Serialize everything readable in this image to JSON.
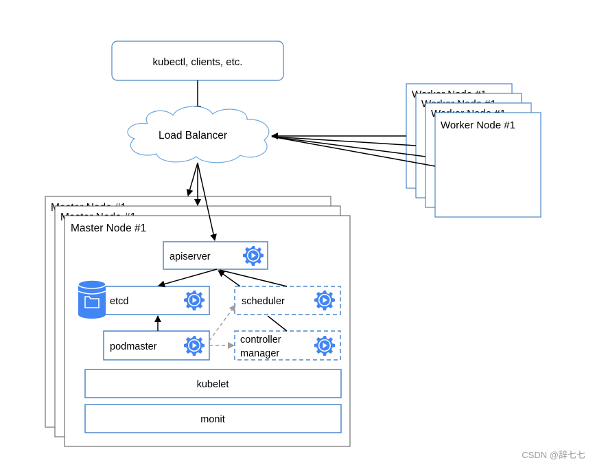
{
  "diagram": {
    "clients_label": "kubectl, clients, etc.",
    "load_balancer_label": "Load Balancer",
    "worker_node_label": "Worker Node #1",
    "master_node_label": "Master Node #1",
    "components": {
      "apiserver": "apiserver",
      "etcd": "etcd",
      "scheduler": "scheduler",
      "podmaster": "podmaster",
      "controller_manager_line1": "controller",
      "controller_manager_line2": "manager",
      "kubelet": "kubelet",
      "monit": "monit"
    },
    "icons": {
      "component": "gear-play-icon",
      "storage": "database-folder-icon"
    },
    "colors": {
      "component_border": "#4a86c8",
      "client_border": "#4a86c8",
      "cloud_border": "#6fa8dc",
      "icon_blue": "#4285f4",
      "dashed_arrow": "#9e9e9e"
    }
  },
  "watermark": "CSDN @辞七七"
}
